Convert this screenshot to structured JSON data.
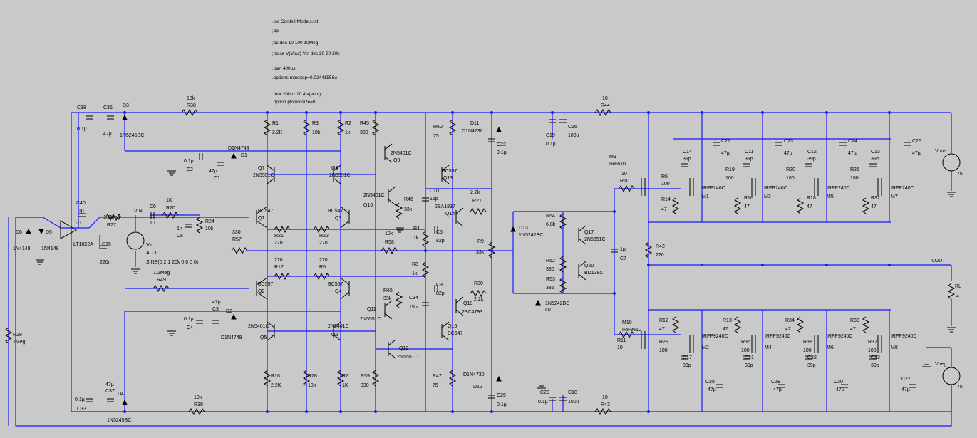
{
  "directives": [
    ".inc Cordell-Models.txt",
    ";op",
    ";ac dec 10 100 10Meg",
    ";noise V(Vout) Vin dec 20 20 20k",
    ".tran 400us",
    ".options maxstep=0.02441556u",
    ".four 20khz 10 4 v(vout)",
    ".option plotwinsize=0"
  ],
  "labels": {
    "C38": "C38",
    "C38v": "0.1µ",
    "C35": "C35",
    "C35v": "47µ",
    "D3": "D3",
    "D3v": "1N5245BC",
    "R38v": "10k",
    "R38": "R38",
    "R44v": "10",
    "R44": "R44",
    "R1": "R1",
    "R1v": "2.2K",
    "R3": "R3",
    "R3v": "10k",
    "R2": "R2",
    "R2v": "1k",
    "R45": "R45",
    "R45v": "330",
    "R60": "R60",
    "R60v": "75",
    "D11": "D11",
    "D11v": "D1N4730",
    "C22": "C22",
    "C22v": "0.1µ",
    "C19": "C19",
    "C19v": "0.1µ",
    "C16": "C16",
    "C16v": "100µ",
    "D1N4748a": "D1N4748",
    "D1": "D1",
    "C2": "C2",
    "C2v": "0.1µ",
    "C1": "C1",
    "C1v": "47µ",
    "Q7": "Q7",
    "Q7m": "2N5551C",
    "Q8": "Q8",
    "Q8m": "2N5551C",
    "Q9": "Q9",
    "Q9m": "2N5401C",
    "Q13": "Q13",
    "Q13m": "BC557",
    "M9": "M9",
    "M9m": "IRF610",
    "C40": "C40",
    "C40v": "1µ",
    "U1": "U1",
    "U1m": "LT1022A",
    "R27v": "1.2Meg",
    "R27": "R27",
    "D6": "D6",
    "D5": "D5",
    "D6m": "1N4148",
    "D5m": "1N4148",
    "C15": "C15",
    "C15v": "220n",
    "VIN": "VIN",
    "C6": "C6",
    "C6v": "1µ",
    "R20v": "1K",
    "R20": "R20",
    "C8": "C8",
    "C8v": "1n",
    "R24": "R24",
    "R24v": "10k",
    "Vin": "Vin",
    "Vinac": "AC 1",
    "Vinsine": "SINE(0 2.1 20k 0 0 0 0)",
    "Q1": "Q1",
    "Q1m": "BC547",
    "Q3": "Q3",
    "Q3m": "BC547",
    "R21": "R21",
    "R21v": "270",
    "R22": "R22",
    "R22v": "270",
    "R57v": "330",
    "R57": "R57",
    "Q10": "Q10",
    "Q10m": "2N5401C",
    "R46": "R46",
    "R46v": "33k",
    "C10": "C10",
    "C10v": "15p",
    "R21b": "R21",
    "R21bv": "2.2k",
    "Q14": "Q14",
    "Q14m": "2SA1837",
    "R4": "R4",
    "R4v": "1k",
    "C5": "C5",
    "C5v": "82p",
    "R58v": "10k",
    "R58": "R58",
    "R9": "R9",
    "R9v": "33k",
    "D13": "D13",
    "D13m": "1N5242BC",
    "R54": "R54",
    "R54v": "6.8k",
    "Q17": "Q17",
    "Q17m": "2N5551C",
    "C7": "C7",
    "C7v": "1µ",
    "R52": "R52",
    "R52v": "330",
    "R53": "R53",
    "R53v": "385",
    "Q20": "Q20",
    "Q20m": "BD139C",
    "R42": "R42",
    "R42v": "220",
    "R49v": "1.2Meg",
    "R49": "R49",
    "R17": "R17",
    "R17v": "270",
    "R5": "R5",
    "R5v": "270",
    "Q2": "Q2",
    "Q2m": "BC557",
    "Q4": "Q4",
    "Q4m": "BC557",
    "R8": "R8",
    "R8v": "1k",
    "C9": "C9",
    "C9v": "82p",
    "R30": "R30",
    "R30v": "2.2k",
    "Q18": "Q18",
    "Q18m": "2SC4793",
    "R65": "R65",
    "R65v": "33k",
    "C34": "C34",
    "C34v": "15p",
    "D1N6242b": "1N5242BC",
    "D7": "D7",
    "C3v": "47µ",
    "C3": "C3",
    "D2": "D2",
    "C4": "C4",
    "C4v": "0.1µ",
    "D1N4748b": "D1N4748",
    "Q11": "Q11",
    "Q11m": "2N5551C",
    "Q15": "Q15",
    "Q15m": "BC547",
    "Q5": "Q5",
    "Q5m": "2N5401C",
    "Q6": "Q6",
    "Q6m": "2N5401C",
    "Q12": "Q12",
    "Q12m": "2N5551C",
    "R16": "R16",
    "R16v": "2.2K",
    "R26": "R26",
    "R26v": "10k",
    "R7": "R7",
    "R7v": "1K",
    "R59": "R59",
    "R59v": "330",
    "R47": "R47",
    "R47v": "75",
    "D1N4730b": "D1N4730",
    "D12": "D12",
    "C25": "C25",
    "C25v": "0.1µ",
    "C20": "C20",
    "C20v": "0.1µ",
    "C18": "C18",
    "C18v": "100µ",
    "R43v": "10",
    "R43": "R43",
    "R39v": "10k",
    "R39": "R39",
    "C33": "C33",
    "C33v": "0.1µ",
    "C37": "C37",
    "C37v": "47µ",
    "D4": "D4",
    "D4m": "1N5245BC",
    "R28": "R28",
    "R28v": "1Meg",
    "M10": "M10",
    "M10m": "IRF9610",
    "R10v": "10",
    "R10": "R10",
    "R11": "R11",
    "R11v": "10",
    "C14": "C14",
    "C14v": "39p",
    "C21": "C21",
    "C21v": "47µ",
    "R6": "R6",
    "R6v": "100",
    "R14": "R14",
    "R14v": "47",
    "M1": "M1",
    "M1m": "IRFP240C",
    "C11": "C11",
    "C11v": "39p",
    "C23": "C23",
    "C23v": "47µ",
    "R19": "R19",
    "R19v": "100",
    "R16b": "R16",
    "R16bv": "47",
    "M3": "M3",
    "M3m": "IRFP240C",
    "C12": "C12",
    "C12v": "39p",
    "C24": "C24",
    "C24v": "47µ",
    "R20b": "R20",
    "R20bv": "100",
    "R18": "R18",
    "R18v": "47",
    "M5": "M5",
    "M5m": "IRFP240C",
    "C13": "C13",
    "C13v": "39p",
    "C26": "C26",
    "C26v": "47µ",
    "R25": "R25",
    "R25v": "100",
    "R32": "R32",
    "R32v": "47",
    "M7": "M7",
    "M7m": "IRFP240C",
    "Vpos": "Vpos",
    "Vposv": "75",
    "VOUT": "VOUT",
    "RL": "RL",
    "RLv": "4",
    "R12": "R12",
    "R12v": "47",
    "M2m": "IRFP9240C",
    "R29": "R29",
    "R29v": "100",
    "M2": "M2",
    "C17": "C17",
    "C17v": "39p",
    "C28": "C28",
    "C28v": "47µ",
    "R13": "R13",
    "R13v": "47",
    "M4m": "IRFP9240C",
    "R36": "R36",
    "R36v": "100",
    "M4": "M4",
    "C31": "C31",
    "C31v": "39p",
    "C29": "C29",
    "C29v": "47µ",
    "R34": "R34",
    "R34v": "47",
    "M6m": "IRFP9240C",
    "R38b": "R38",
    "R38bv": "100",
    "M6": "M6",
    "C32": "C32",
    "C32v": "39p",
    "C30": "C30",
    "C30v": "47µ",
    "R33": "R33",
    "R33v": "47",
    "M8m": "IRFP9240C",
    "R37": "R37",
    "R37v": "100",
    "M8": "M8",
    "C33b": "C33",
    "C33bv": "39p",
    "C27": "C27",
    "C27v": "47µ",
    "Vneg": "Vneg",
    "Vnegv": "75"
  },
  "colors": {
    "background": "#c9c9c9",
    "wire": "#1a1aff",
    "component": "#000000"
  }
}
